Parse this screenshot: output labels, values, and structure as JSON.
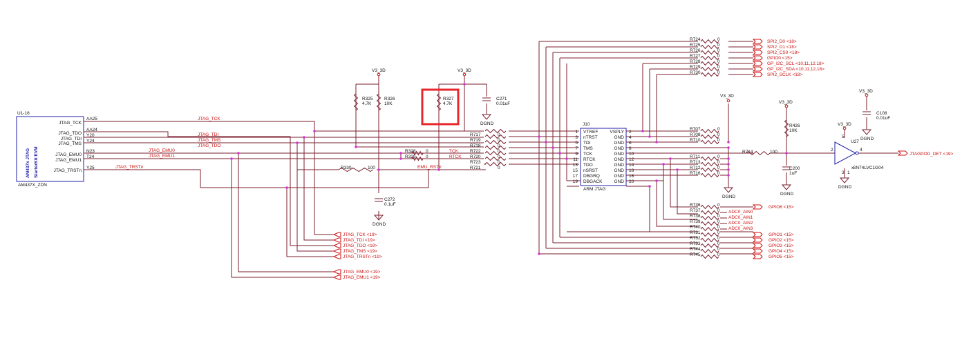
{
  "u1": {
    "ref": "U1-16",
    "title_line1": "AM437x JTAG",
    "title_line2": "StarterKit EVM",
    "part": "AM437X_ZDN",
    "pins": [
      {
        "ball": "AA25",
        "name": "JTAG_TCK"
      },
      {
        "ball": "AA24",
        "name": "JTAG_TDO"
      },
      {
        "ball": "Y20",
        "name": "JTAG_TDI"
      },
      {
        "ball": "Y24",
        "name": "JTAG_TMS"
      },
      {
        "ball": "N23",
        "name": "JTAG_EMU0"
      },
      {
        "ball": "T24",
        "name": "JTAG_EMU1"
      },
      {
        "ball": "Y25",
        "name": "JTAG_TRSTn"
      }
    ]
  },
  "nets": {
    "tck": "JTAG_TCK",
    "tdi": "JTAG_TDI",
    "tms": "JTAG_TMS",
    "tdo": "JTAG_TDO",
    "emu0": "JTAG_EMU0",
    "emu1": "JTAG_EMU1",
    "trstn": "JTAG_TRSTn",
    "tck_short": "TCK",
    "rtck": "RTCK",
    "emu_rstn": "EMU_RSTn"
  },
  "power": {
    "v33": "V3_3D",
    "gnd": "DGND"
  },
  "passives": {
    "r325": {
      "ref": "R325",
      "value": "4.7K"
    },
    "r326": {
      "ref": "R326",
      "value": "10K"
    },
    "r327": {
      "ref": "R327",
      "value": "4.7K"
    },
    "c271": {
      "ref": "C271",
      "value": "0.01uF"
    },
    "c272": {
      "ref": "C272",
      "value": "0.1uF"
    },
    "r328": {
      "ref": "R328",
      "value": "0"
    },
    "r329": {
      "ref": "R329",
      "value": "0"
    },
    "r330": {
      "ref": "R330",
      "value": "100"
    },
    "r426": {
      "ref": "R426",
      "value": "10K"
    },
    "c200": {
      "ref": "C200",
      "value": "1uF"
    },
    "c108": {
      "ref": "C108",
      "value": "0.01uF"
    },
    "r714": {
      "ref": "R714",
      "value": "100"
    }
  },
  "j10": {
    "ref": "J10",
    "name": "ARM JTAG",
    "left": [
      {
        "pin": "1",
        "sig": "VTREF"
      },
      {
        "pin": "3",
        "sig": "nTRST"
      },
      {
        "pin": "5",
        "sig": "TDI"
      },
      {
        "pin": "7",
        "sig": "TMS"
      },
      {
        "pin": "9",
        "sig": "TCK"
      },
      {
        "pin": "11",
        "sig": "RTCK"
      },
      {
        "pin": "13",
        "sig": "TDO"
      },
      {
        "pin": "15",
        "sig": "nSRST"
      },
      {
        "pin": "17",
        "sig": "DBGRQ"
      },
      {
        "pin": "19",
        "sig": "DBGACK"
      }
    ],
    "right": [
      {
        "pin": "2",
        "sig": "VSPLY"
      },
      {
        "pin": "4",
        "sig": "GND"
      },
      {
        "pin": "6",
        "sig": "GND"
      },
      {
        "pin": "8",
        "sig": "GND"
      },
      {
        "pin": "10",
        "sig": "GND"
      },
      {
        "pin": "12",
        "sig": "GND"
      },
      {
        "pin": "14",
        "sig": "GND"
      },
      {
        "pin": "16",
        "sig": "GND"
      },
      {
        "pin": "18",
        "sig": "GND"
      },
      {
        "pin": "20",
        "sig": "GND"
      }
    ]
  },
  "left_resistors": [
    {
      "ref": "R717",
      "value": "0"
    },
    {
      "ref": "R719",
      "value": "0"
    },
    {
      "ref": "R718",
      "value": "0"
    },
    {
      "ref": "R722",
      "value": "0"
    },
    {
      "ref": "R720",
      "value": "0"
    },
    {
      "ref": "R723",
      "value": "0"
    },
    {
      "ref": "R721",
      "value": "0"
    }
  ],
  "right_resistors": [
    {
      "ref": "R707",
      "value": "0"
    },
    {
      "ref": "R708",
      "value": "0"
    },
    {
      "ref": "R710",
      "value": "0"
    },
    {
      "ref": "R711",
      "value": "0"
    },
    {
      "ref": "R713",
      "value": "0"
    },
    {
      "ref": "R712",
      "value": "0"
    },
    {
      "ref": "R716",
      "value": "0"
    }
  ],
  "top_resistors": [
    {
      "ref": "R724",
      "value": "0",
      "net": "SPI2_D0  <18>"
    },
    {
      "ref": "R725",
      "value": "0",
      "net": "SPI2_D1  <18>"
    },
    {
      "ref": "R726",
      "value": "0",
      "net": "SPI2_CS0  <18>"
    },
    {
      "ref": "R727",
      "value": "0",
      "net": "GPIO0  <15>"
    },
    {
      "ref": "R728",
      "value": "0",
      "net": "GP_I2C_SCL  <10,11,12,18>"
    },
    {
      "ref": "R729",
      "value": "0",
      "net": "GP_I2C_SDA  <10,11,12,18>"
    },
    {
      "ref": "R730",
      "value": "0",
      "net": "SPI2_SCLK  <18>"
    }
  ],
  "bottom_resistors": [
    {
      "ref": "R736",
      "value": "0",
      "net": "GPIO6  <15>"
    },
    {
      "ref": "R737",
      "value": "0",
      "net": "ADC0_AIN0"
    },
    {
      "ref": "R738",
      "value": "0",
      "net": "ADC0_AIN1"
    },
    {
      "ref": "R739",
      "value": "0",
      "net": "ADC0_AIN2"
    },
    {
      "ref": "R740",
      "value": "0",
      "net": "ADC0_AIN3"
    },
    {
      "ref": "R731",
      "value": "0",
      "net": "GPIO1  <15>"
    },
    {
      "ref": "R732",
      "value": "0",
      "net": "GPIO2  <15>"
    },
    {
      "ref": "R733",
      "value": "0",
      "net": "GPIO3  <15>"
    },
    {
      "ref": "R744",
      "value": "0",
      "net": "GPIO4  <15>"
    },
    {
      "ref": "R745",
      "value": "0",
      "net": "GPIO5  <15>"
    }
  ],
  "offpage": [
    {
      "net": "JTAG_TCK  <19>"
    },
    {
      "net": "JTAG_TDI  <19>"
    },
    {
      "net": "JTAG_TDO  <19>"
    },
    {
      "net": "JTAG_TMS  <19>"
    },
    {
      "net": "JTAG_TRSTn  <19>"
    },
    {
      "net": "JTAG_EMU0  <19>"
    },
    {
      "net": "JTAG_EMU1  <19>"
    }
  ],
  "u27": {
    "ref": "U27",
    "part": "SN74LVC1G04",
    "pin_in": "2",
    "pin_out": "4",
    "pin_vcc": "5",
    "pin_gnd": "3",
    "pin_nc": "1",
    "out_net": "JTAGPOD_DET  <19>"
  },
  "highlight_color": "#e8262b"
}
